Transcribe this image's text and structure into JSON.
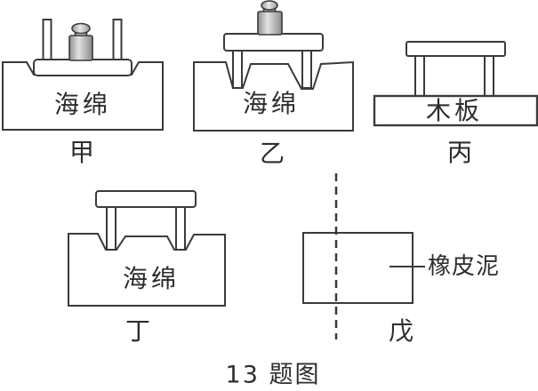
{
  "caption": "13 题图",
  "colors": {
    "line": "#3a3a3a",
    "text": "#2d2d2d",
    "background": "#ffffff",
    "weight_edge": "#8f8f8f",
    "weight_center": "#e2e2e2"
  },
  "figures": {
    "jia": {
      "label": "甲",
      "material": "海绵"
    },
    "yi": {
      "label": "乙",
      "material": "海绵"
    },
    "bing": {
      "label": "丙",
      "material": "木板"
    },
    "ding": {
      "label": "丁",
      "material": "海绵"
    },
    "wu": {
      "label": "戊",
      "material": "橡皮泥"
    }
  }
}
